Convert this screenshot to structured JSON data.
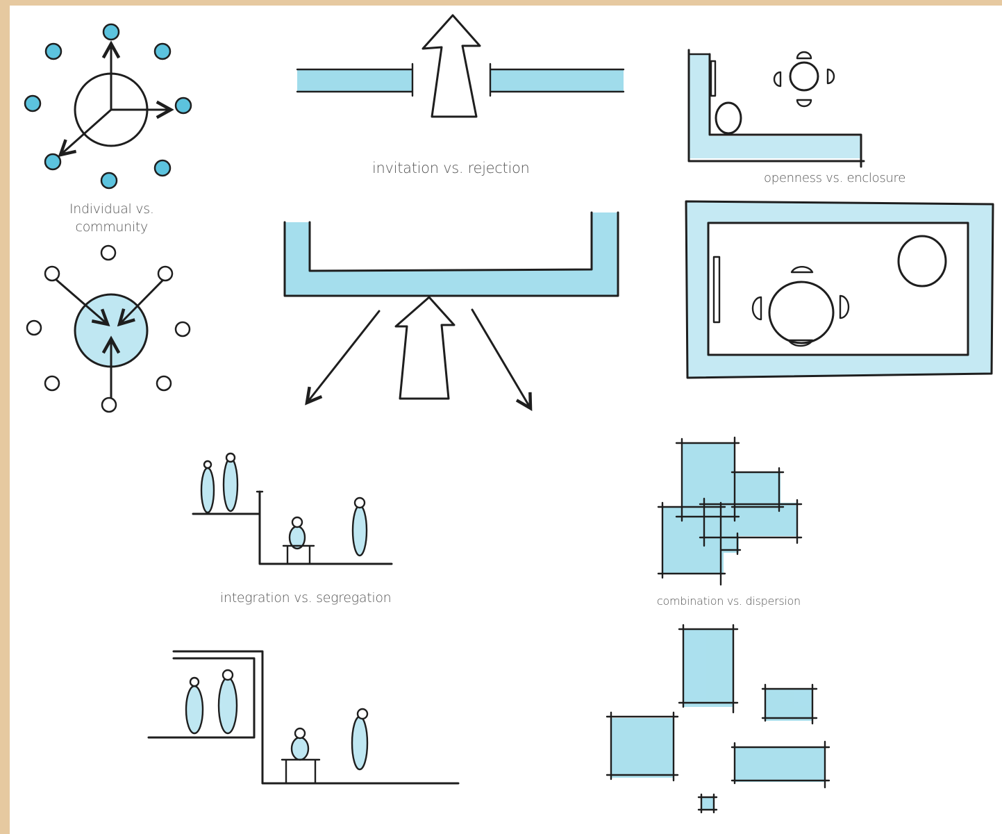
{
  "colors": {
    "accent": "#8fd6e8",
    "accent_dark": "#4fb9d6",
    "ink": "#1e1e1e",
    "label": "#555555",
    "frame": "#e6c9a0"
  },
  "labels": {
    "individual_community": "Individual vs. community",
    "individual_line1": "Individual vs.",
    "individual_line2": "community",
    "invitation_rejection": "invitation vs. rejection",
    "openness_enclosure": "openness vs. enclosure",
    "integration_segregation": "integration vs. segregation",
    "combination_dispersion": "combination vs. dispersion"
  }
}
